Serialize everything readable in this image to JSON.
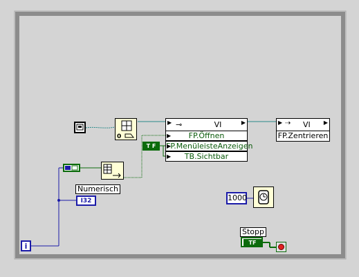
{
  "loop": {
    "iteration_label": "i"
  },
  "numeric_indicator": {
    "caption": "Numerisch",
    "type_label": "I32"
  },
  "invoke_node": {
    "header_label": "VI",
    "properties": [
      "FP.Öffnen",
      "FP.MenüleisteAnzeigen",
      "TB.Sichtbar"
    ]
  },
  "method_node": {
    "header_label": "VI",
    "method_label": "FP.Zentrieren"
  },
  "bool_constant": {
    "label": "T F"
  },
  "wait_constant": {
    "value": "1000"
  },
  "stop_control": {
    "caption": "Stopp",
    "label": "TF"
  },
  "colors": {
    "numeric_wire": "#1a1aa8",
    "boolean_wire": "#0b6b0b",
    "refnum_wire": "#2a8a8a",
    "node_fill": "#ffffd6",
    "canvas": "#d4d4d4",
    "loop_border": "#8c8c8c"
  },
  "icons": {
    "vi_server_ref": "vi-reference-icon",
    "open_ref": "open-vi-reference-icon",
    "array_build": "build-array-icon",
    "bundle": "bundle-icon",
    "wait": "wait-ms-icon",
    "stop": "stop-terminal-icon"
  }
}
